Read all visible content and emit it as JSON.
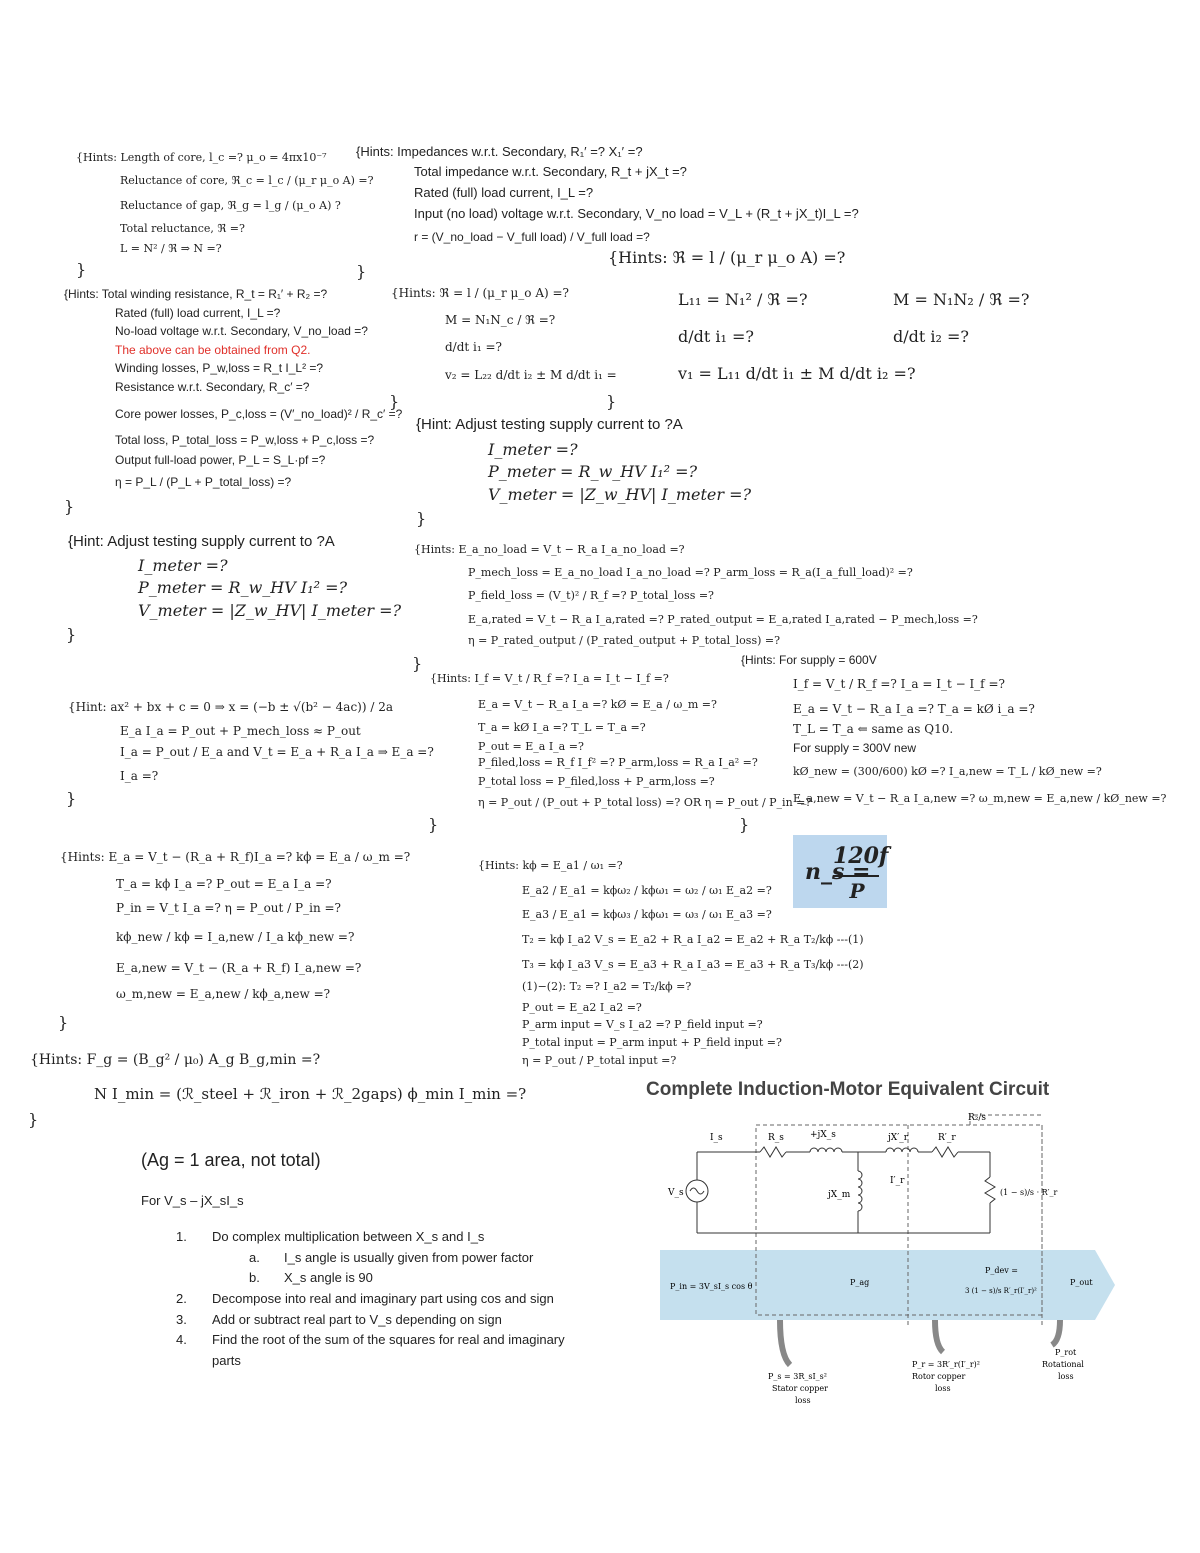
{
  "block1": {
    "lines": [
      "{Hints:   Length of core, l_c =?          μ_o = 4πx10⁻⁷",
      "Reluctance of core, ℜ_c = l_c / (μ_r μ_o A) =?",
      "Reluctance of gap, ℜ_g = l_g / (μ_o A) ?",
      "Total reluctance, ℜ =?",
      "L = N² / ℜ   ⇒ N =?",
      "}"
    ]
  },
  "block2": {
    "lines": [
      "{Hints:  Impedances w.r.t. Secondary, R₁′ =?                X₁′ =?",
      "Total impedance w.r.t. Secondary, R_t + jX_t =?",
      "Rated (full) load current, I_L =?",
      "Input (no load) voltage w.r.t. Secondary, V_no load = V_L + (R_t + jX_t)I_L =?",
      "r = (V_no_load − V_full load) / V_full load =?",
      "}"
    ]
  },
  "block3": {
    "lines": [
      "{Hints:  Total winding resistance, R_t = R₁′ + R₂ =?",
      "Rated (full) load current, I_L =?",
      "No-load voltage w.r.t. Secondary, V_no_load =?",
      "The above can be obtained from Q2.",
      "Winding losses, P_w,loss = R_t I_L² =?",
      "Resistance w.r.t. Secondary, R_c′ =?",
      "Core power losses, P_c,loss = (V′_no_load)² / R_c′ =?",
      "Total loss, P_total_loss = P_w,loss + P_c,loss =?",
      "Output full-load power, P_L = S_L·pf =?",
      "η = P_L / (P_L + P_total_loss) =?",
      "}"
    ]
  },
  "block4": {
    "lines": [
      "{Hints:  ℜ = l / (μ_r μ_o A) =?",
      "M = N₁N_c / ℜ =?",
      "d/dt i₁ =?",
      "v₂ = L₂₂ d/dt i₂ ± M d/dt i₁ =",
      "}"
    ]
  },
  "block5": {
    "lines": [
      "{Hints:   ℜ = l / (μ_r μ_o A) =?",
      "L₁₁ = N₁² / ℜ =?",
      "M = N₁N₂ / ℜ =?",
      "d/dt i₁ =?",
      "d/dt i₂ =?",
      "v₁ = L₁₁ d/dt i₁ ± M d/dt i₂ =?",
      "}"
    ]
  },
  "block6": {
    "lines": [
      "{Hint:     Adjust testing supply current to ?A",
      "I_meter =?",
      "P_meter = R_w_HV I₁² =?",
      "V_meter = |Z_w_HV| I_meter =?",
      "}"
    ]
  },
  "block7": {
    "lines": [
      "{Hint:     Adjust testing supply current to ?A",
      "I_meter =?",
      "P_meter = R_w_HV I₁² =?",
      "V_meter = |Z_w_HV| I_meter =?",
      "}"
    ]
  },
  "block8": {
    "lines": [
      "{Hints:   E_a_no_load = V_t − R_a I_a_no_load =?",
      "P_mech_loss = E_a_no_load I_a_no_load =?      P_arm_loss = R_a(I_a_full_load)² =?",
      "P_field_loss = (V_t)² / R_f =?                          P_total_loss =?",
      "E_a,rated = V_t − R_a I_a,rated =?                   P_rated_output = E_a,rated I_a,rated − P_mech,loss =?",
      "η = P_rated_output / (P_rated_output + P_total_loss) =?",
      "}"
    ]
  },
  "block9": {
    "lines": [
      "{Hint:   ax² + bx + c = 0  ⇒ x = (−b ± √(b² − 4ac)) / 2a",
      "E_a I_a = P_out + P_mech_loss ≈ P_out",
      "I_a = P_out / E_a   and V_t = E_a + R_a I_a        ⇒ E_a =?",
      "I_a =?",
      "}"
    ]
  },
  "block10": {
    "lines": [
      "{Hints:  I_f = V_t / R_f =?                        I_a = I_t − I_f =?",
      "E_a = V_t − R_a I_a =?                   kØ = E_a / ω_m =?",
      "T_a = kØ I_a =?                               T_L = T_a =?",
      "P_out = E_a I_a =?",
      "P_filed,loss = R_f I_f² =?          P_arm,loss = R_a I_a² =?",
      "P_total loss = P_filed,loss + P_arm,loss =?",
      "η = P_out / (P_out + P_total loss) =? OR η = P_out / P_in =?",
      "}"
    ]
  },
  "block11": {
    "lines": [
      "{Hints:   For supply = 600V",
      "I_f = V_t / R_f =?                               I_a = I_t − I_f =?",
      "E_a = V_t − R_a I_a =?                     T_a = kØ i_a =?",
      "T_L = T_a                        ⇐ same as Q10.",
      "For supply = 300V new",
      "kØ_new = (300/600) kØ =?                       I_a,new = T_L / kØ_new =?",
      "E_a,new = V_t − R_a I_a,new =?             ω_m,new = E_a,new / kØ_new =?",
      "}"
    ]
  },
  "block12": {
    "lines": [
      "{Hints:  E_a = V_t − (R_a + R_f)I_a =?                kϕ = E_a / ω_m =?",
      "T_a = kϕ I_a =?                                          P_out = E_a I_a =?",
      "P_in = V_t I_a =?                                         η = P_out / P_in =?",
      "kϕ_new / kϕ = I_a,new / I_a                          kϕ_new =?",
      "E_a,new = V_t − (R_a + R_f) I_a,new =?",
      "ω_m,new = E_a,new / kϕ_a,new =?",
      "}"
    ]
  },
  "block13": {
    "lines": [
      "{Hints:  kϕ = E_a1 / ω₁ =?",
      "E_a2 / E_a1 = kϕω₂ / kϕω₁ = ω₂ / ω₁               E_a2 =?",
      "E_a3 / E_a1 = kϕω₃ / kϕω₁ = ω₃ / ω₁               E_a3 =?",
      "T₂ = kϕ I_a2            V_s = E_a2 + R_a I_a2 = E_a2 + R_a T₂/kϕ    ---(1)",
      "T₃ = kϕ I_a3            V_s = E_a3 + R_a I_a3 = E_a3 + R_a T₃/kϕ    ---(2)",
      "(1)−(2):  T₂ =?    I_a2 = T₂/kϕ =?",
      "P_out = E_a2 I_a2 =?",
      "P_arm input = V_s I_a2 =?          P_field input =?",
      "P_total input = P_arm input + P_field input =?",
      "η = P_out / P_total input =?",
      "}"
    ]
  },
  "block14": {
    "lines": [
      "{Hints:   F_g = (B_g² / μ₀) A_g                                          B_g,min =?",
      "N I_min = (ℛ_steel + ℛ_iron + ℛ_2gaps) ϕ_min          I_min =?",
      "}"
    ]
  },
  "formula": {
    "lhs": "n_s =",
    "num": "120f",
    "den": "P"
  },
  "notes": {
    "ag": "(Ag = 1 area, not total)",
    "for_line": "For V_s – jX_sI_s",
    "steps": [
      {
        "n": "1.",
        "text": "Do complex multiplication between X_s and I_s"
      },
      {
        "n": "a.",
        "text": "I_s angle is usually given from power factor"
      },
      {
        "n": "b.",
        "text": "X_s angle is 90"
      },
      {
        "n": "2.",
        "text": "Decompose into real and imaginary part using cos and sign"
      },
      {
        "n": "3.",
        "text": "Add or subtract real part to V_s depending on sign"
      },
      {
        "n": "4.",
        "text": "Find the root of the sum of the squares for real and imaginary"
      },
      {
        "n": "",
        "text": "parts"
      }
    ]
  },
  "circuit": {
    "title": "Complete Induction-Motor Equivalent Circuit",
    "labels": {
      "r2s": "R₂/s",
      "is": "I_s",
      "rs": "R_s",
      "jxs": "+jX_s",
      "jxr": "jX′_r",
      "rr": "R′_r",
      "vs": "V_s",
      "jxm": "jX_m",
      "ir": "I′_r",
      "load": "(1 − s)/s · R′_r"
    },
    "flow": {
      "pin": "P_in = 3V_sI_s cos θ",
      "pag": "P_ag",
      "pdev": "P_dev =",
      "pdev2": "3 (1 − s)/s R′_r(I′_r)²",
      "pout": "P_out",
      "ps1": "P_s = 3R_sI_s²",
      "ps2": "Stator copper",
      "ps3": "loss",
      "pr1": "P_r = 3R′_r(I′_r)²",
      "pr2": "Rotor copper",
      "pr3": "loss",
      "prot1": "P_rot",
      "prot2": "Rotational",
      "prot3": "loss"
    },
    "accent": "#c5e0ee"
  }
}
